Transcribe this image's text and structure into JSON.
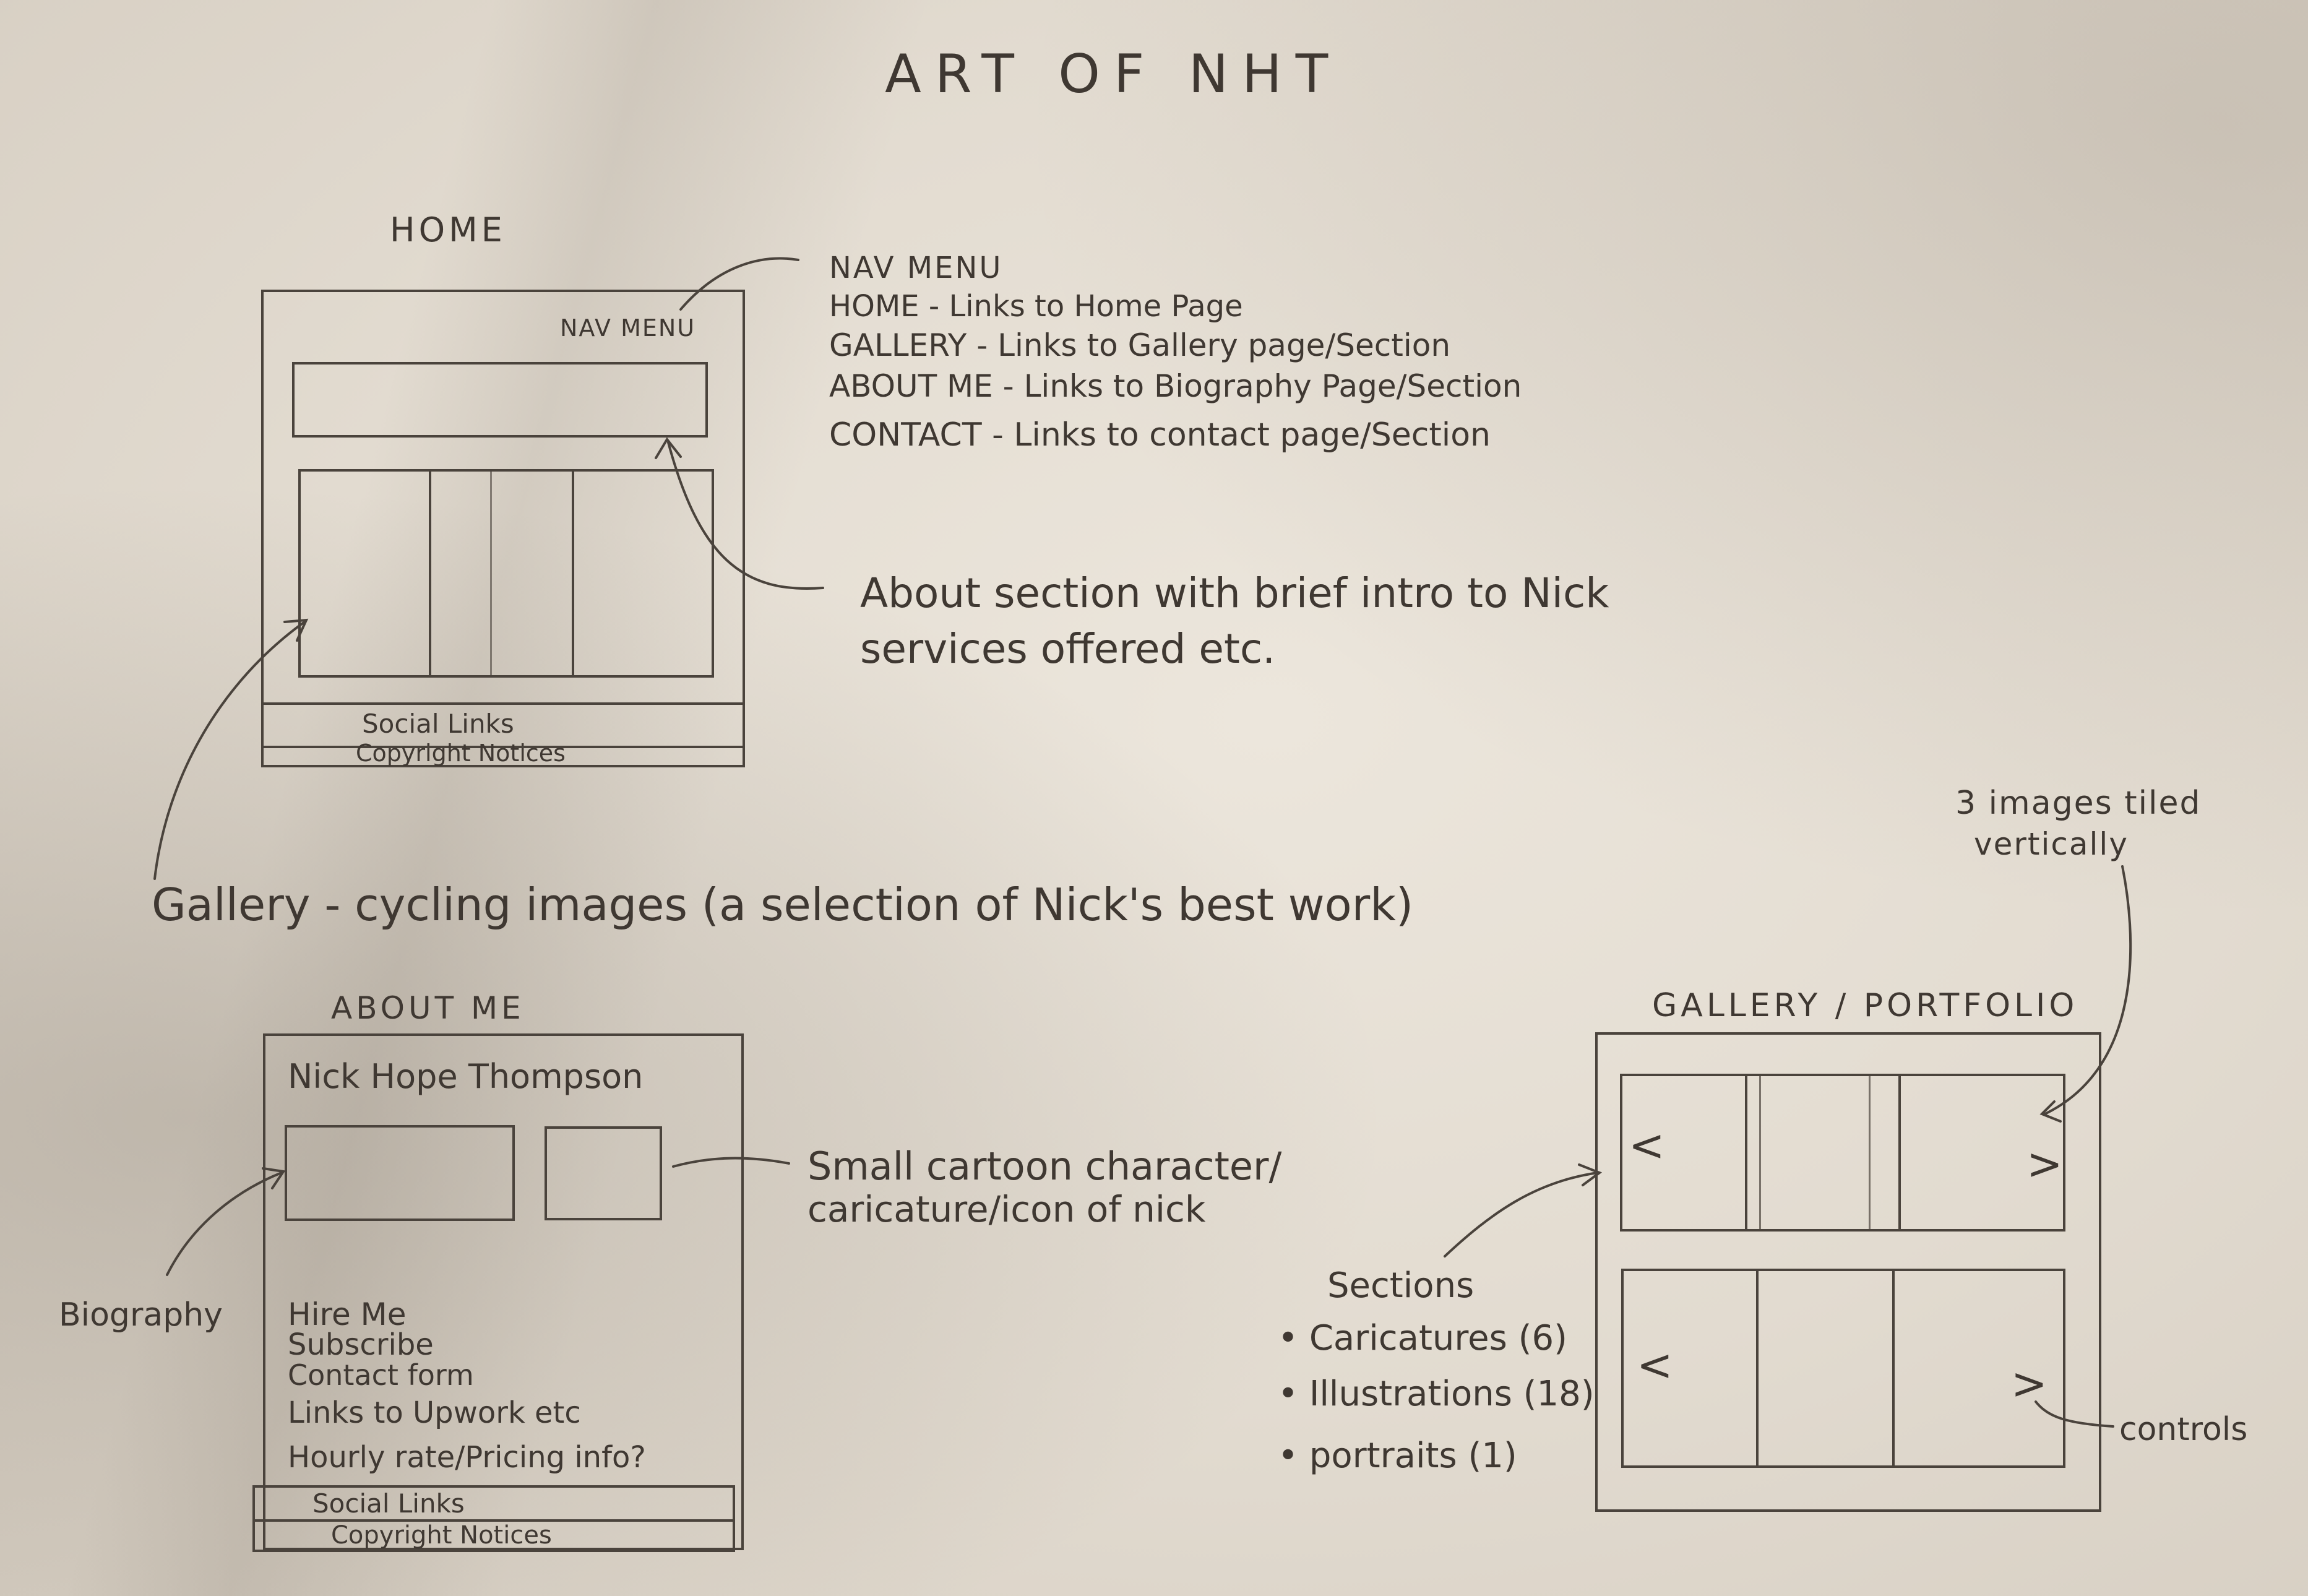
{
  "title": "ART OF NHT",
  "home": {
    "label": "HOME",
    "nav_label": "NAV MENU",
    "social": "Social Links",
    "copyright": "Copyright Notices"
  },
  "nav_notes": [
    "NAV MENU",
    "HOME - Links to Home Page",
    "GALLERY - Links to Gallery page/Section",
    "ABOUT ME - Links to Biography Page/Section",
    "CONTACT - Links to contact page/Section"
  ],
  "about_note": [
    "About section with brief intro to Nick",
    "services offered etc."
  ],
  "gallery_note": "Gallery - cycling images (a selection of Nick's best work)",
  "about_me": {
    "label": "ABOUT ME",
    "name": "Nick Hope Thompson",
    "items": [
      "Hire Me",
      "Subscribe",
      "Contact form",
      "Links to Upwork etc",
      "Hourly rate/Pricing info?"
    ],
    "social": "Social Links",
    "copyright": "Copyright Notices",
    "biography_label": "Biography",
    "icon_note": [
      "Small cartoon character/",
      "caricature/icon of nick"
    ]
  },
  "gallery": {
    "label": "GALLERY / PORTFOLIO",
    "tiled_note": [
      "3 images tiled",
      "vertically"
    ],
    "sections_heading": "Sections",
    "sections": [
      "• Caricatures (6)",
      "• Illustrations (18)",
      "• portraits (1)"
    ],
    "controls_label": "controls",
    "prev": "<",
    "next": ">"
  }
}
